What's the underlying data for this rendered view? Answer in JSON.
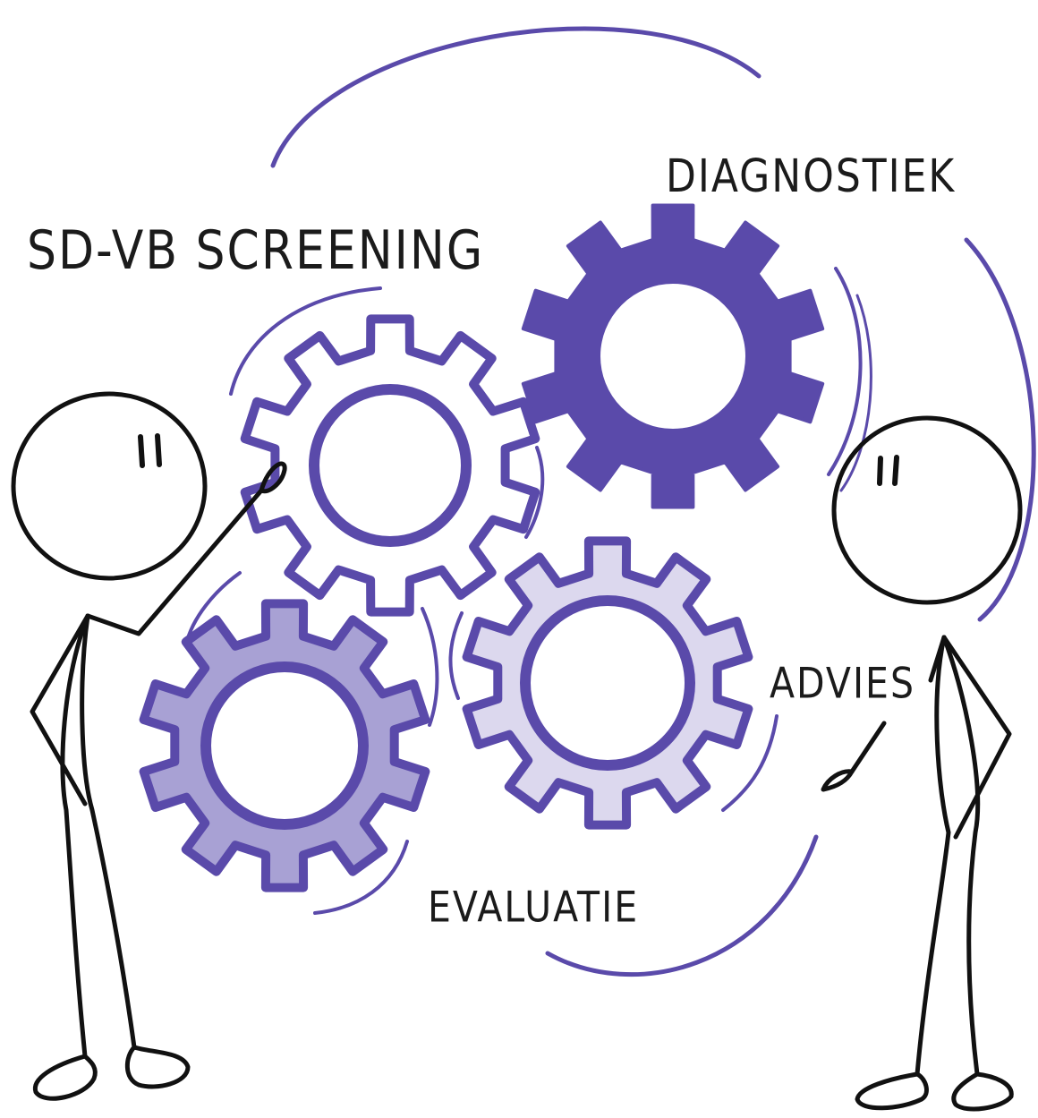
{
  "labels": {
    "screening": "SD-VB SCREENING",
    "diagnostiek": "DIAGNOSTIEK",
    "advies": "ADVIES",
    "evaluatie": "EVALUATIE"
  },
  "colors": {
    "accent": "#5a4aaa",
    "gear_dark_fill": "#5a4aaa",
    "gear_medium_fill": "#a8a1d4",
    "gear_light_fill": "#dcd8ee",
    "gear_outline_fill": "#ffffff",
    "ink": "#111111"
  },
  "icons": [
    "gear-icon",
    "stick-figure-icon",
    "motion-arc-icon"
  ]
}
